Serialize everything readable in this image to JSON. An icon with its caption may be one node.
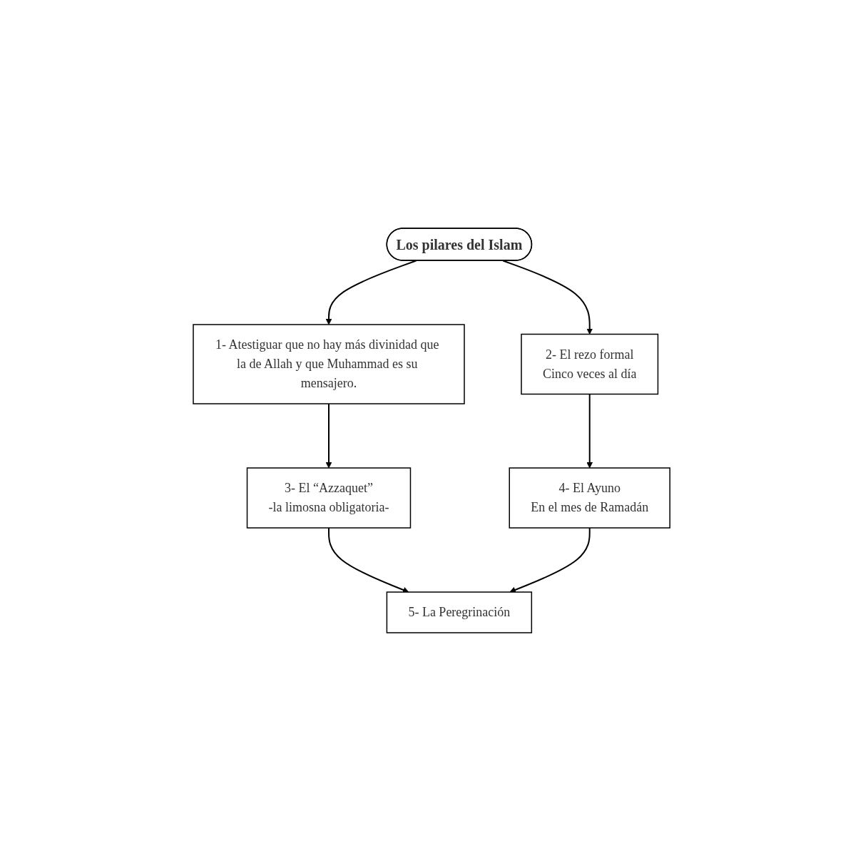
{
  "diagram": {
    "nodes": [
      {
        "text": [
          "Los pilares del Islam"
        ]
      },
      {
        "text": [
          "1- Atestiguar que no hay más divinidad que la de Allah y que Muhammad es su mensajero."
        ]
      },
      {
        "text": [
          "2- El rezo formal",
          "Cinco veces al día"
        ]
      },
      {
        "text": [
          "3- El “Azzaquet”",
          "-la limosna obligatoria-"
        ]
      },
      {
        "text": [
          "4- El Ayuno",
          "En el mes de Ramadán"
        ]
      },
      {
        "text": [
          "5- La Peregrinación"
        ]
      }
    ],
    "edges": [
      {
        "from": 0,
        "to": 1,
        "arrow": "to"
      },
      {
        "from": 0,
        "to": 2,
        "arrow": "to"
      },
      {
        "from": 1,
        "to": 3,
        "arrow": "to"
      },
      {
        "from": 2,
        "to": 4,
        "arrow": "to"
      },
      {
        "from": 3,
        "to": 5,
        "arrow": "to"
      },
      {
        "from": 4,
        "to": 5,
        "arrow": "to"
      }
    ]
  }
}
